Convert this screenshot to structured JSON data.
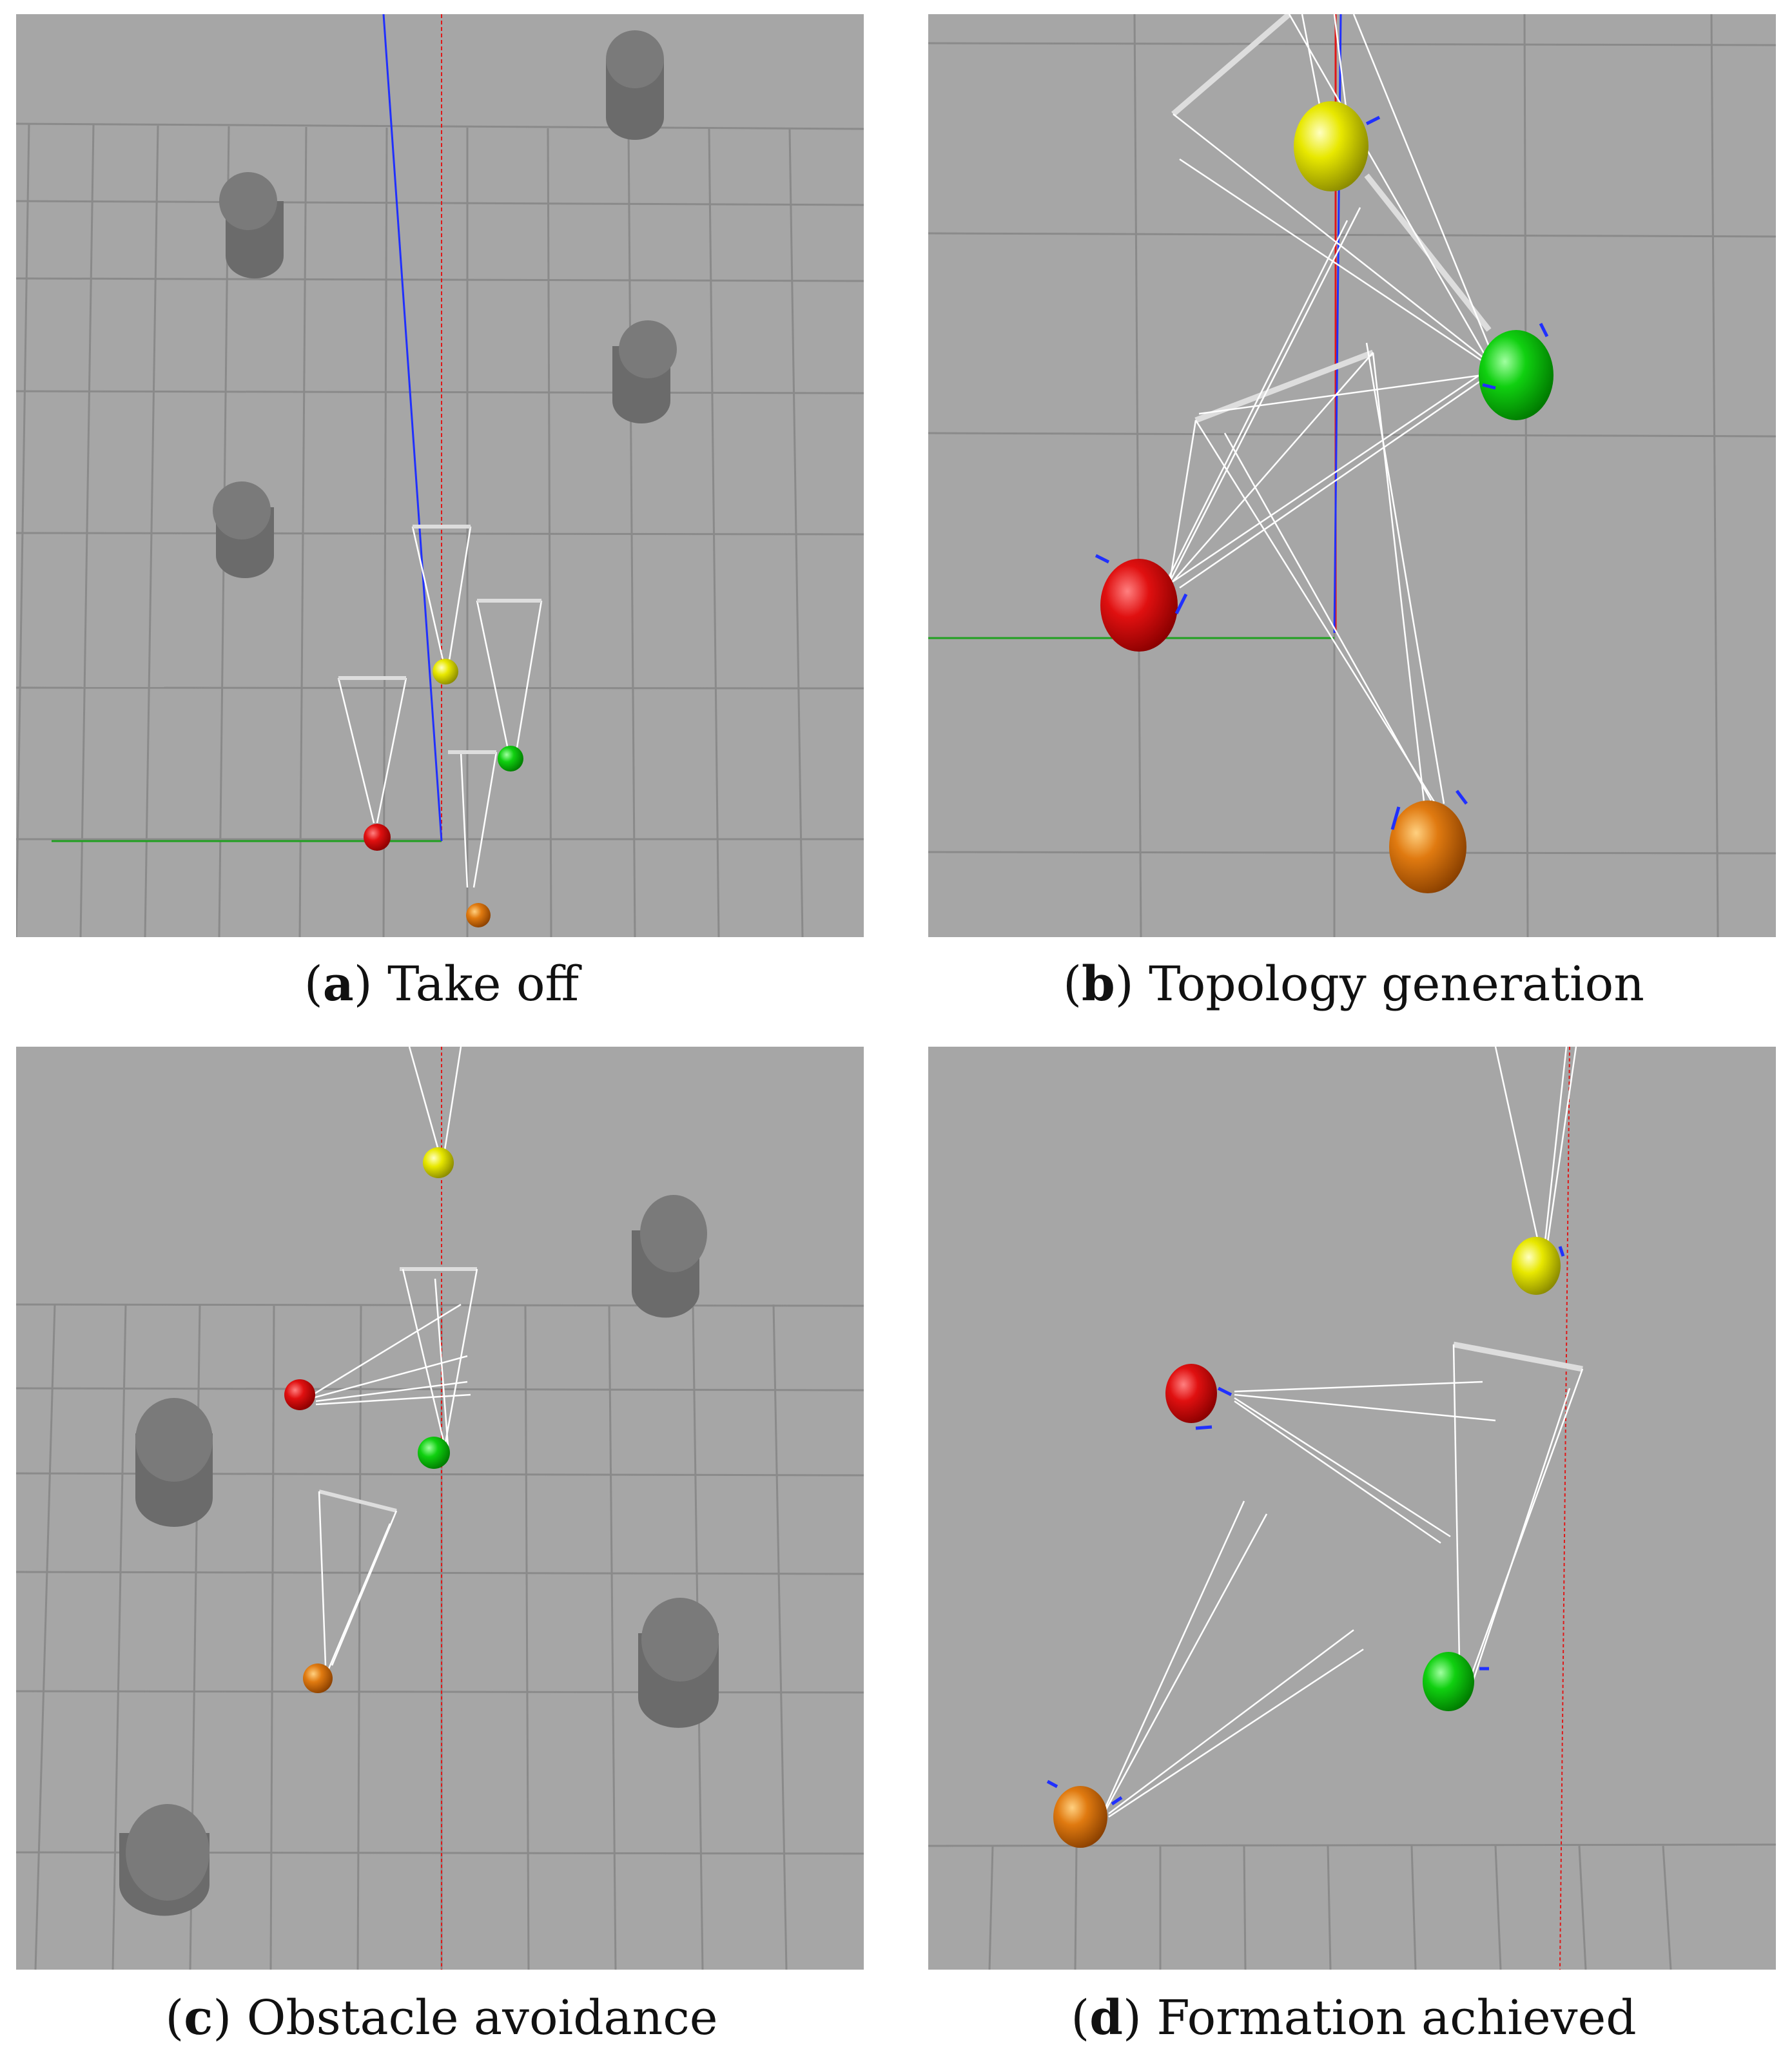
{
  "panels": [
    {
      "id": "a",
      "letter": "a",
      "caption": "Take off"
    },
    {
      "id": "b",
      "letter": "b",
      "caption": "Topology generation"
    },
    {
      "id": "c",
      "letter": "c",
      "caption": "Obstacle avoidance"
    },
    {
      "id": "d",
      "letter": "d",
      "caption": "Formation achieved"
    }
  ],
  "colors": {
    "background": "#a6a6a6",
    "grid": "#8a8a8a",
    "obstacle": "#6b6b6b",
    "drone_red": "#e01010",
    "drone_yellow": "#e8e800",
    "drone_green": "#10d010",
    "drone_orange": "#e07a10",
    "axis_z": "#2030ff",
    "axis_x": "#e01818",
    "axis_y": "#20a020",
    "link": "#ffffff"
  }
}
